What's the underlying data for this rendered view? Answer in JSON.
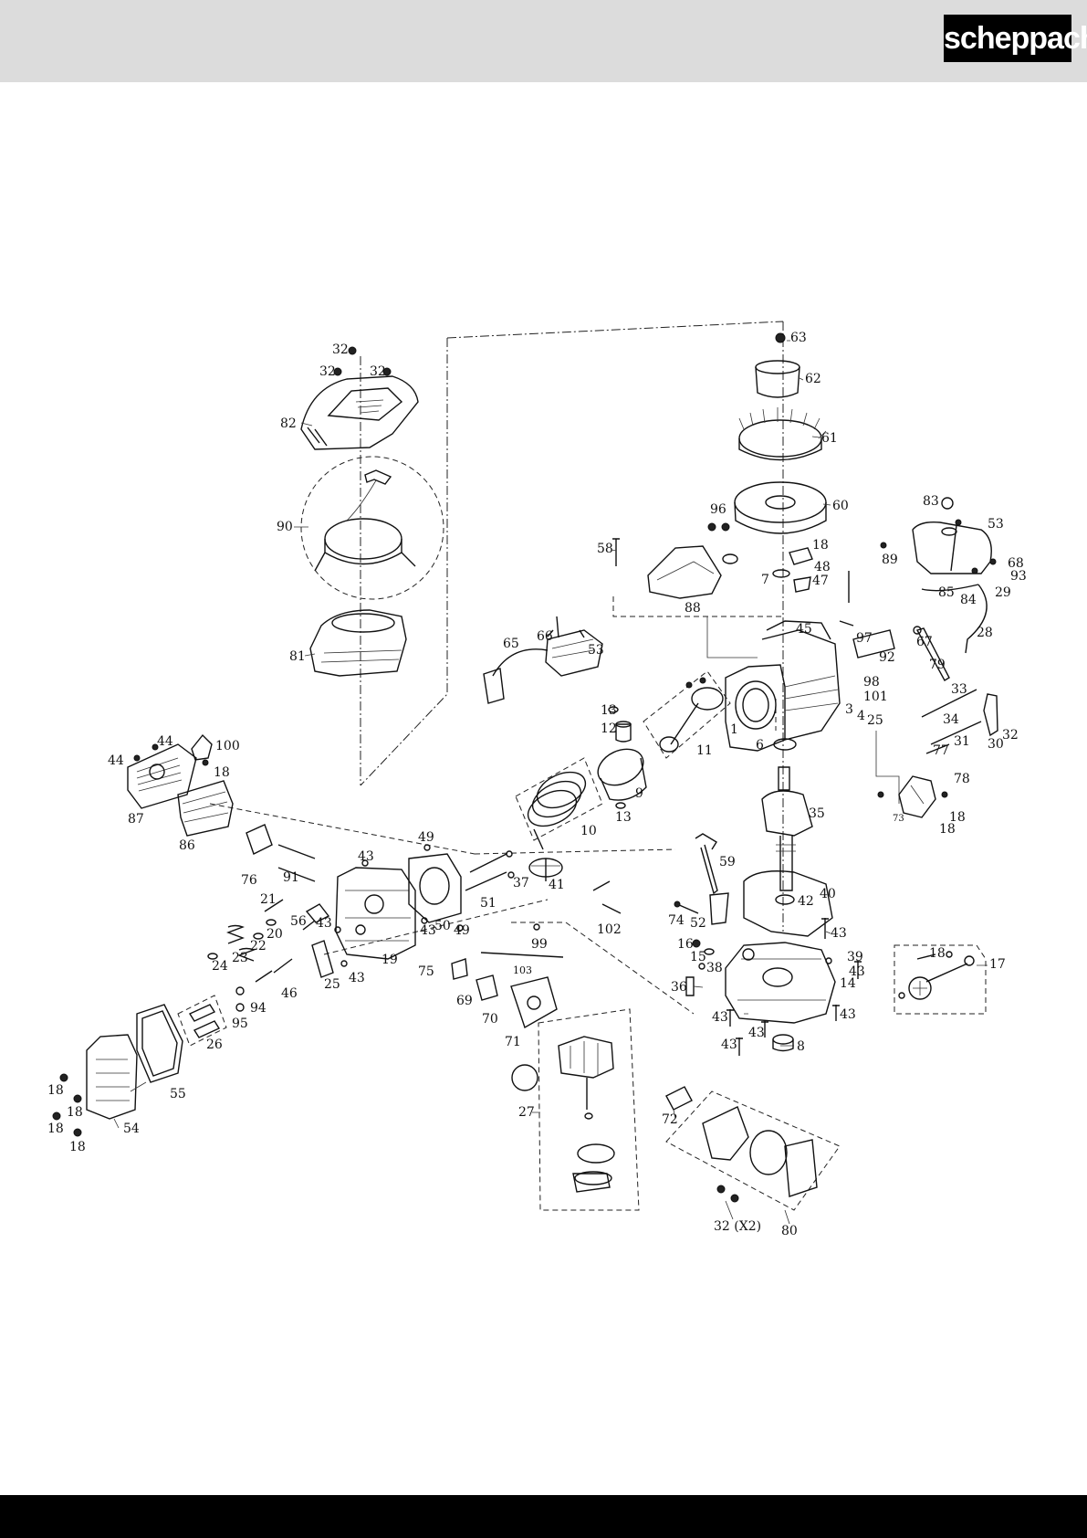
{
  "brand": {
    "logo_text": "scheppach"
  },
  "labels": [
    {
      "id": "l1",
      "text": "32"
    },
    {
      "id": "l2",
      "text": "32"
    },
    {
      "id": "l3",
      "text": "32"
    },
    {
      "id": "l4",
      "text": "82"
    },
    {
      "id": "l5",
      "text": "90"
    },
    {
      "id": "l6",
      "text": "81"
    },
    {
      "id": "l7",
      "text": "63"
    },
    {
      "id": "l8",
      "text": "62"
    },
    {
      "id": "l9",
      "text": "61"
    },
    {
      "id": "l10",
      "text": "60"
    },
    {
      "id": "l11",
      "text": "96"
    },
    {
      "id": "l12",
      "text": "58"
    },
    {
      "id": "l13",
      "text": "18"
    },
    {
      "id": "l14",
      "text": "48"
    },
    {
      "id": "l15",
      "text": "47"
    },
    {
      "id": "l16",
      "text": "7"
    },
    {
      "id": "l17",
      "text": "88"
    },
    {
      "id": "l18",
      "text": "45"
    },
    {
      "id": "l19",
      "text": "83"
    },
    {
      "id": "l20",
      "text": "53"
    },
    {
      "id": "l21",
      "text": "89"
    },
    {
      "id": "l22",
      "text": "68"
    },
    {
      "id": "l23",
      "text": "93"
    },
    {
      "id": "l24",
      "text": "85"
    },
    {
      "id": "l25",
      "text": "29"
    },
    {
      "id": "l26",
      "text": "84"
    },
    {
      "id": "l27",
      "text": "28"
    },
    {
      "id": "l28",
      "text": "66"
    },
    {
      "id": "l29",
      "text": "53"
    },
    {
      "id": "l30",
      "text": "65"
    },
    {
      "id": "l31",
      "text": "97"
    },
    {
      "id": "l32",
      "text": "92"
    },
    {
      "id": "l33",
      "text": "67"
    },
    {
      "id": "l34",
      "text": "79"
    },
    {
      "id": "l35",
      "text": "98"
    },
    {
      "id": "l36",
      "text": "101"
    },
    {
      "id": "l37",
      "text": "3"
    },
    {
      "id": "l38",
      "text": "4"
    },
    {
      "id": "l39",
      "text": "25"
    },
    {
      "id": "l40",
      "text": "33"
    },
    {
      "id": "l41",
      "text": "34"
    },
    {
      "id": "l42",
      "text": "31"
    },
    {
      "id": "l43",
      "text": "30"
    },
    {
      "id": "l44",
      "text": "32"
    },
    {
      "id": "l45",
      "text": "77"
    },
    {
      "id": "l46",
      "text": "78"
    },
    {
      "id": "l47",
      "text": "73"
    },
    {
      "id": "l48",
      "text": "18"
    },
    {
      "id": "l49",
      "text": "18"
    },
    {
      "id": "l50",
      "text": "13"
    },
    {
      "id": "l51",
      "text": "12"
    },
    {
      "id": "l52",
      "text": "11"
    },
    {
      "id": "l53",
      "text": "1"
    },
    {
      "id": "l54",
      "text": "6"
    },
    {
      "id": "l55",
      "text": "9"
    },
    {
      "id": "l56",
      "text": "13"
    },
    {
      "id": "l57",
      "text": "10"
    },
    {
      "id": "l58",
      "text": "35"
    },
    {
      "id": "l59",
      "text": "59"
    },
    {
      "id": "l60",
      "text": "40"
    },
    {
      "id": "l61",
      "text": "42"
    },
    {
      "id": "l62",
      "text": "74"
    },
    {
      "id": "l63",
      "text": "52"
    },
    {
      "id": "l64",
      "text": "43"
    },
    {
      "id": "l65",
      "text": "16"
    },
    {
      "id": "l66",
      "text": "15"
    },
    {
      "id": "l67",
      "text": "38"
    },
    {
      "id": "l68",
      "text": "39"
    },
    {
      "id": "l69",
      "text": "43"
    },
    {
      "id": "l70",
      "text": "14"
    },
    {
      "id": "l71",
      "text": "36"
    },
    {
      "id": "l72",
      "text": "43"
    },
    {
      "id": "l73",
      "text": "43"
    },
    {
      "id": "l74",
      "text": "43"
    },
    {
      "id": "l75",
      "text": "43"
    },
    {
      "id": "l76",
      "text": "8"
    },
    {
      "id": "l77",
      "text": "18"
    },
    {
      "id": "l78",
      "text": "17"
    },
    {
      "id": "l79",
      "text": "44"
    },
    {
      "id": "l80",
      "text": "44"
    },
    {
      "id": "l81",
      "text": "100"
    },
    {
      "id": "l82",
      "text": "18"
    },
    {
      "id": "l83",
      "text": "87"
    },
    {
      "id": "l84",
      "text": "86"
    },
    {
      "id": "l85",
      "text": "76"
    },
    {
      "id": "l86",
      "text": "91"
    },
    {
      "id": "l87",
      "text": "43"
    },
    {
      "id": "l88",
      "text": "49"
    },
    {
      "id": "l89",
      "text": "49"
    },
    {
      "id": "l90",
      "text": "50"
    },
    {
      "id": "l91",
      "text": "43"
    },
    {
      "id": "l92",
      "text": "51"
    },
    {
      "id": "l93",
      "text": "37"
    },
    {
      "id": "l94",
      "text": "41"
    },
    {
      "id": "l95",
      "text": "102"
    },
    {
      "id": "l96",
      "text": "21"
    },
    {
      "id": "l97",
      "text": "20"
    },
    {
      "id": "l98",
      "text": "56"
    },
    {
      "id": "l99",
      "text": "43"
    },
    {
      "id": "l100",
      "text": "22"
    },
    {
      "id": "l101",
      "text": "23"
    },
    {
      "id": "l102",
      "text": "24"
    },
    {
      "id": "l103",
      "text": "19"
    },
    {
      "id": "l104",
      "text": "75"
    },
    {
      "id": "l105",
      "text": "25"
    },
    {
      "id": "l106",
      "text": "43"
    },
    {
      "id": "l107",
      "text": "46"
    },
    {
      "id": "l108",
      "text": "94"
    },
    {
      "id": "l109",
      "text": "95"
    },
    {
      "id": "l110",
      "text": "26"
    },
    {
      "id": "l111",
      "text": "99"
    },
    {
      "id": "l112",
      "text": "103"
    },
    {
      "id": "l113",
      "text": "69"
    },
    {
      "id": "l114",
      "text": "70"
    },
    {
      "id": "l115",
      "text": "71"
    },
    {
      "id": "l116",
      "text": "55"
    },
    {
      "id": "l117",
      "text": "54"
    },
    {
      "id": "l118",
      "text": "18"
    },
    {
      "id": "l119",
      "text": "18"
    },
    {
      "id": "l120",
      "text": "18"
    },
    {
      "id": "l121",
      "text": "18"
    },
    {
      "id": "l122",
      "text": "27"
    },
    {
      "id": "l123",
      "text": "72"
    },
    {
      "id": "l124",
      "text": "32 (X2)"
    },
    {
      "id": "l125",
      "text": "80"
    }
  ]
}
